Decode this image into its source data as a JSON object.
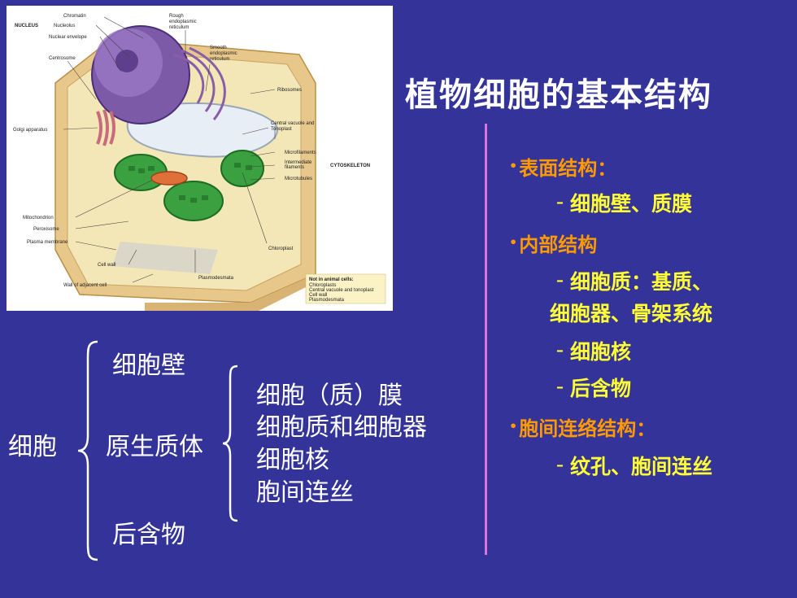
{
  "slide": {
    "title": "植物细胞的基本结构",
    "outline": [
      {
        "level": 1,
        "text": "表面结构："
      },
      {
        "level": 2,
        "text": "细胞壁、质膜"
      },
      {
        "level": 1,
        "text": "内部结构"
      },
      {
        "level": 2,
        "text": "细胞质：基质、"
      },
      {
        "level": 2,
        "text": "细胞器、骨架系统",
        "continuation": true
      },
      {
        "level": 2,
        "text": "细胞核"
      },
      {
        "level": 2,
        "text": "后含物"
      },
      {
        "level": 1,
        "text": "胞间连络结构："
      },
      {
        "level": 2,
        "text": "纹孔、胞间连丝"
      }
    ],
    "bullet_glyph": "•",
    "dash_glyph": "–"
  },
  "tree": {
    "root": "细胞",
    "branches": [
      "细胞壁",
      "原生质体",
      "后含物"
    ],
    "protoplast_parts": [
      "细胞（质）膜",
      "细胞质和细胞器",
      "细胞核",
      "胞间连丝"
    ]
  },
  "diagram": {
    "labels": {
      "nucleus": "NUCLEUS",
      "chromatin": "Chromatin",
      "nucleolus": "Nucleolus",
      "nuclear_envelope": "Nuclear envelope",
      "centrosome": "Centrosome",
      "rough_er": [
        "Rough",
        "endoplasmic",
        "reticulum"
      ],
      "smooth_er": [
        "Smooth",
        "endoplasmic",
        "reticulum"
      ],
      "ribosomes": "Ribosomes",
      "golgi": "Golgi apparatus",
      "central_vacuole": [
        "Central vacuole and",
        "Tonoplast"
      ],
      "microfilaments": "Microfilaments",
      "intermediate_filaments": [
        "Intermediate",
        "filaments"
      ],
      "cytoskeleton": "CYTOSKELETON",
      "microtubules": "Microtubules",
      "mitochondrion": "Mitochondrion",
      "peroxisome": "Peroxisome",
      "plasma_membrane": "Plasma membrane",
      "chloroplast": "Chloroplast",
      "cell_wall": "Cell wall",
      "plasmodesmata": "Plasmodesmata",
      "adjacent_wall": "Wall of adjacent cell"
    },
    "note": {
      "title": "Not in animal cells:",
      "items": [
        "Chloroplasts",
        "Central vacuole and tonoplast",
        "Cell wall",
        "Plasmodesmata"
      ]
    }
  },
  "colors": {
    "background": "#333399",
    "level1": "#ff9900",
    "level2": "#ffff33",
    "divider": "#e070e0",
    "text": "#ffffff"
  }
}
